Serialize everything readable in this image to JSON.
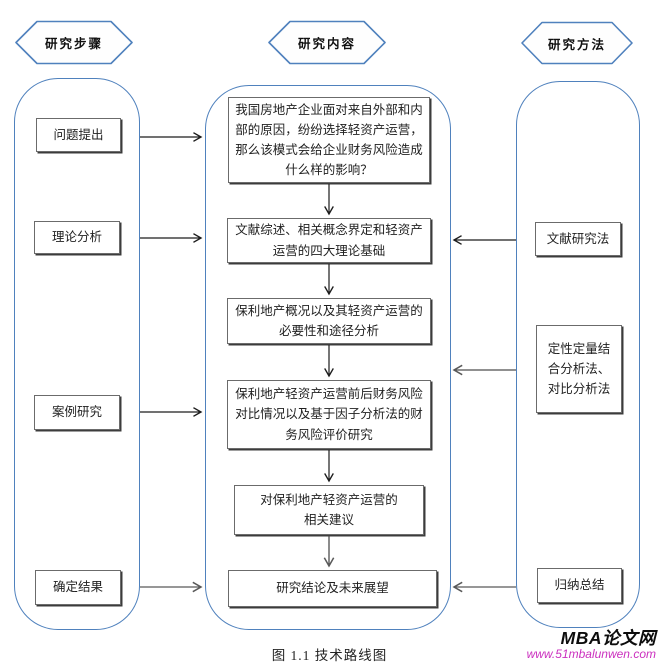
{
  "headers": {
    "steps": "研究步骤",
    "content": "研究内容",
    "methods": "研究方法"
  },
  "steps_column": {
    "items": [
      {
        "label": "问题提出"
      },
      {
        "label": "理论分析"
      },
      {
        "label": "案例研究"
      },
      {
        "label": "确定结果"
      }
    ]
  },
  "content_column": {
    "items": [
      {
        "text": "我国房地产企业面对来自外部和内\n部的原因，纷纷选择轻资产运营，\n那么该模式会给企业财务风险造成\n什么样的影响？"
      },
      {
        "text": "文献综述、相关概念界定和轻资产\n运营的四大理论基础"
      },
      {
        "text": "保利地产概况以及其轻资产运营的\n必要性和途径分析"
      },
      {
        "text": "保利地产轻资产运营前后财务风险\n对比情况以及基于因子分析法的财\n务风险评价研究"
      },
      {
        "text": "对保利地产轻资产运营的\n相关建议"
      },
      {
        "text": "研究结论及未来展望"
      }
    ]
  },
  "methods_column": {
    "items": [
      {
        "label": "文献研究法"
      },
      {
        "label": "定性定量结\n合分析法、\n对比分析法"
      },
      {
        "label": "归纳总结"
      }
    ]
  },
  "page": {
    "caption": "图 1.1  技术路线图",
    "watermark_site": "MBA论文网",
    "watermark_url": "www.51mbalunwen.com"
  },
  "colors": {
    "container_border": "#4f81bd",
    "box_border": "#6b6b6b",
    "arrow_dark": "#1c1c1c",
    "arrow_grey": "#595959",
    "watermark_url_color": "#cb30bf"
  }
}
